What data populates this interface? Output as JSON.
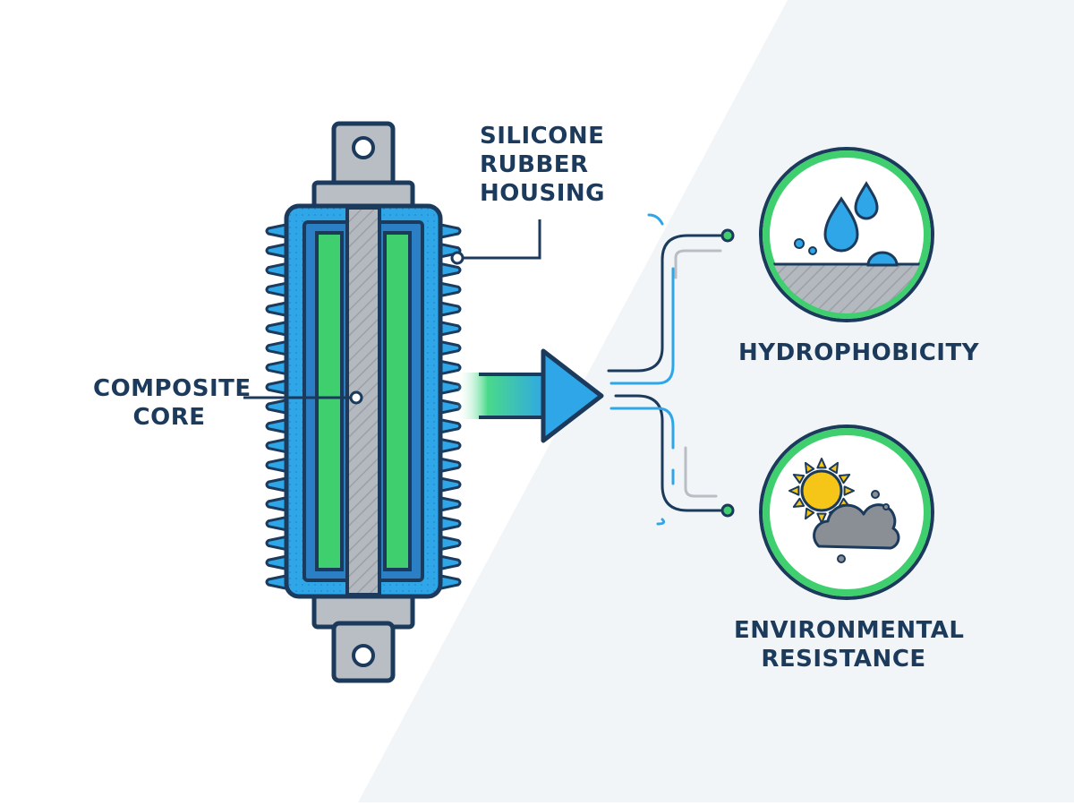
{
  "colors": {
    "navy": "#1b3a5c",
    "blue": "#2fa6e8",
    "blue_dark": "#1f6fb0",
    "green": "#3fcf6f",
    "gray": "#b9bec4",
    "background_panel": "#f1f5f8"
  },
  "labels": {
    "silicone_housing": [
      "SILICONE",
      "RUBBER",
      "HOUSING"
    ],
    "composite_core": [
      "COMPOSITE",
      "CORE"
    ],
    "hydrophobicity": "HYDROPHOBICITY",
    "environmental_resistance": [
      "ENVIRONMENTAL",
      "RESISTANCE"
    ]
  },
  "icons": {
    "insulator": "composite-insulator-icon",
    "arrow": "arrow-right-icon",
    "water": "water-droplets-icon",
    "weather": "sun-cloud-icon"
  }
}
